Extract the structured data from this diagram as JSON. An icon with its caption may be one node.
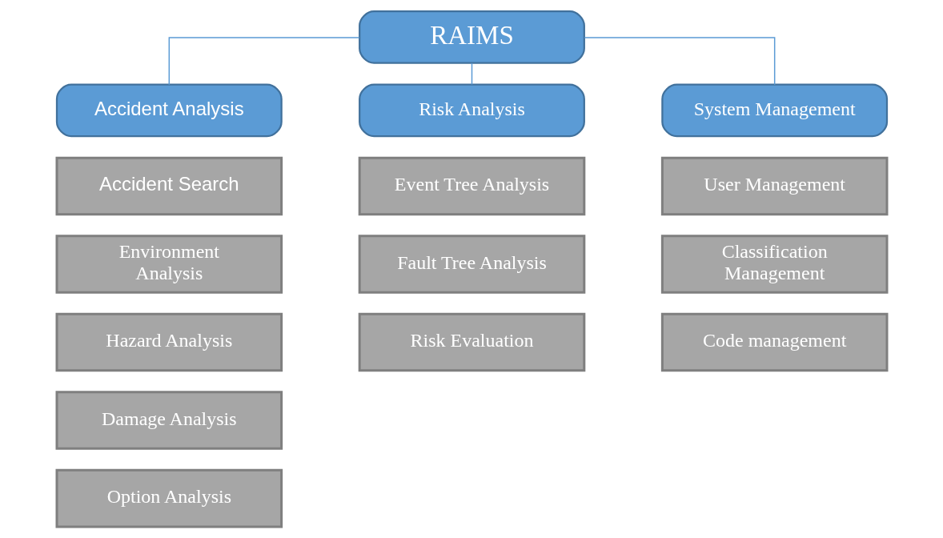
{
  "diagram": {
    "nodes": [
      {
        "text": [
          "RAIMS"
        ]
      },
      {
        "text": [
          "Accident Analysis"
        ]
      },
      {
        "text": [
          "Risk Analysis"
        ]
      },
      {
        "text": [
          "System Management"
        ]
      },
      {
        "text": [
          "Accident Search"
        ]
      },
      {
        "text": [
          "Environment Analysis"
        ]
      },
      {
        "text": [
          "Hazard Analysis"
        ]
      },
      {
        "text": [
          "Damage Analysis"
        ]
      },
      {
        "text": [
          "Option Analysis"
        ]
      },
      {
        "text": [
          "Event Tree Analysis"
        ]
      },
      {
        "text": [
          "Fault Tree Analysis"
        ]
      },
      {
        "text": [
          "Risk Evaluation"
        ]
      },
      {
        "text": [
          "User Management"
        ]
      },
      {
        "text": [
          "Classification Management"
        ]
      },
      {
        "text": [
          "Code management"
        ]
      }
    ],
    "edges": [
      {
        "from": 0,
        "to": 1,
        "arrow": "none"
      },
      {
        "from": 0,
        "to": 2,
        "arrow": "none"
      },
      {
        "from": 0,
        "to": 3,
        "arrow": "none"
      }
    ]
  }
}
